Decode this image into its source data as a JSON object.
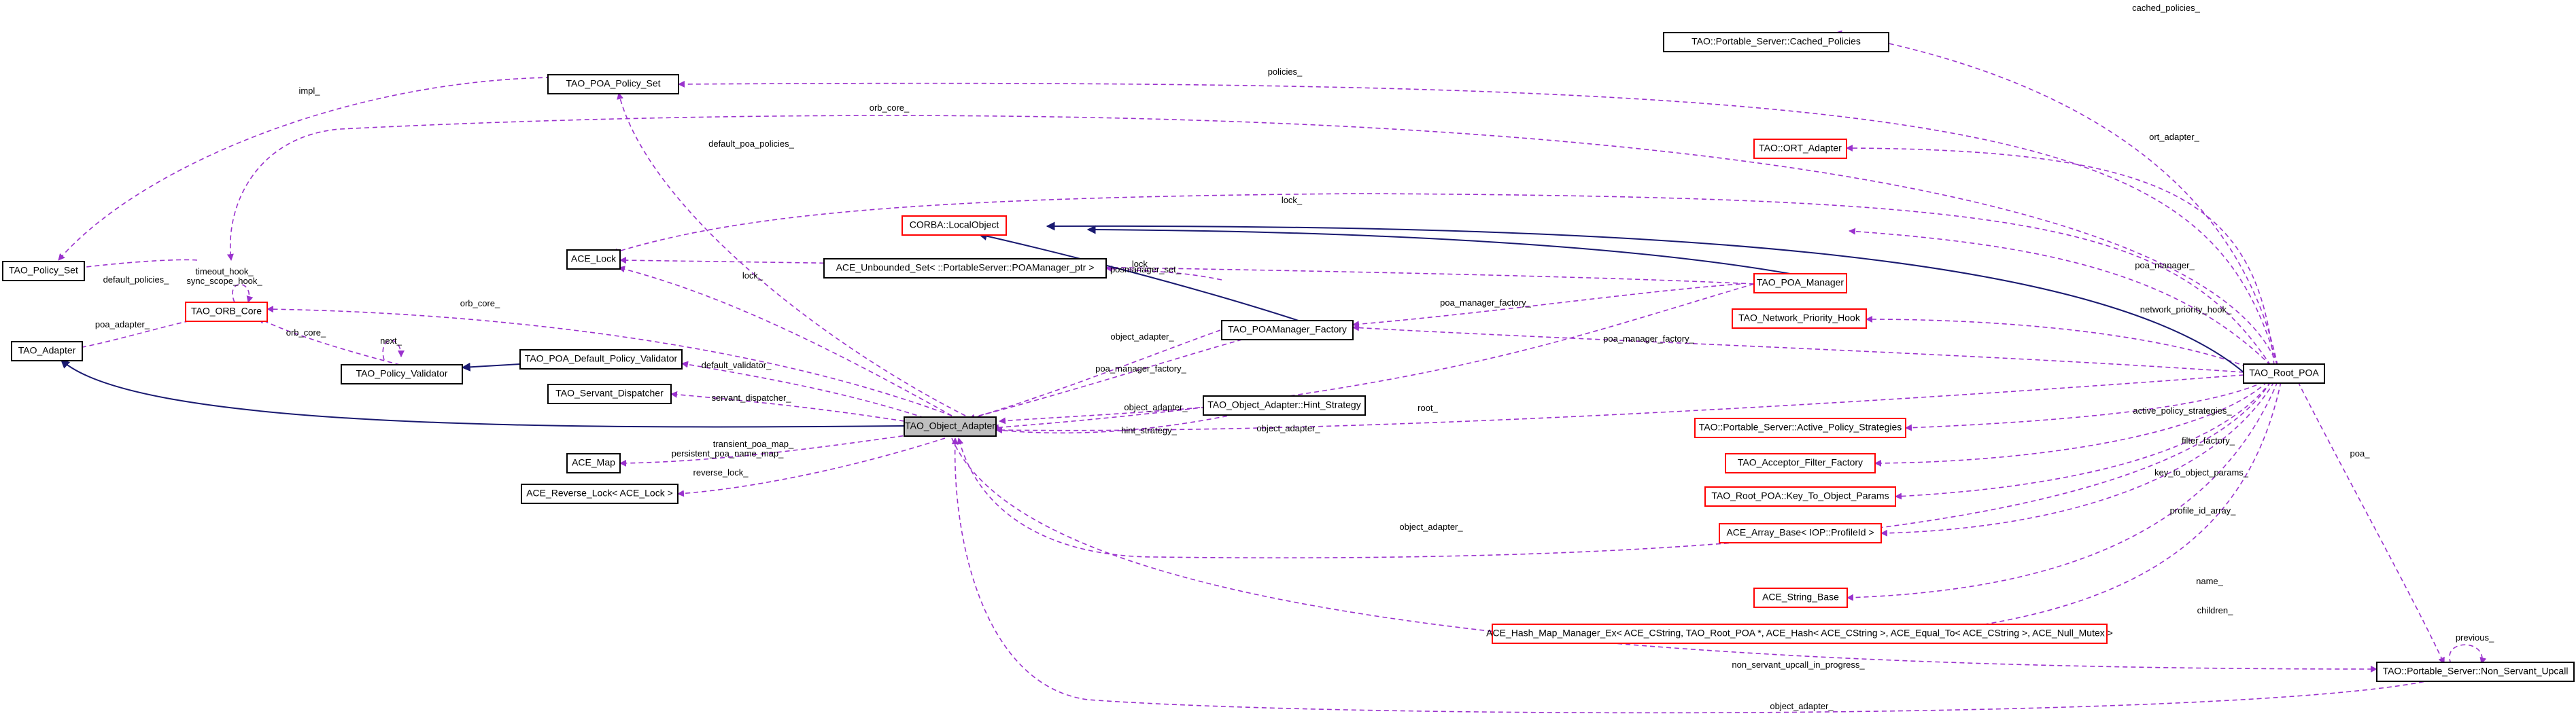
{
  "colors": {
    "usage_edge": "#9a32cd",
    "inherit_edge": "#191970",
    "red_border": "#ff0000",
    "focus_fill": "#bfbfbf"
  },
  "nodes": {
    "cached_policies": "TAO::Portable_Server::Cached_Policies",
    "poa_policy_set": "TAO_POA_Policy_Set",
    "ort_adapter": "TAO::ORT_Adapter",
    "local_object": "CORBA::LocalObject",
    "ace_lock": "ACE_Lock",
    "policy_set": "TAO_Policy_Set",
    "orb_core": "TAO_ORB_Core",
    "tao_adapter": "TAO_Adapter",
    "policy_validator": "TAO_Policy_Validator",
    "default_policy_validator": "TAO_POA_Default_Policy_Validator",
    "servant_dispatcher": "TAO_Servant_Dispatcher",
    "object_adapter": "TAO_Object_Adapter",
    "ace_map": "ACE_Map",
    "reverse_lock": "ACE_Reverse_Lock< ACE_Lock >",
    "unbounded_set": "ACE_Unbounded_Set< ::PortableServer::POAManager_ptr >",
    "poamanager_factory": "TAO_POAManager_Factory",
    "hint_strategy": "TAO_Object_Adapter::Hint_Strategy",
    "poa_manager": "TAO_POA_Manager",
    "network_priority_hook": "TAO_Network_Priority_Hook",
    "root_poa": "TAO_Root_POA",
    "active_policy_strategies": "TAO::Portable_Server::Active_Policy_Strategies",
    "acceptor_filter_factory": "TAO_Acceptor_Filter_Factory",
    "key_to_object_params": "TAO_Root_POA::Key_To_Object_Params",
    "array_base": "ACE_Array_Base< IOP::ProfileId >",
    "string_base": "ACE_String_Base",
    "hash_map_manager": "ACE_Hash_Map_Manager_Ex< ACE_CString, TAO_Root_POA *, ACE_Hash< ACE_CString >, ACE_Equal_To< ACE_CString >, ACE_Null_Mutex >",
    "non_servant_upcall": "TAO::Portable_Server::Non_Servant_Upcall"
  },
  "edge_labels": {
    "cached_policies": "cached_policies_",
    "policies": "policies_",
    "impl": "impl_",
    "orb_core_top": "orb_core_",
    "ort_adapter": "ort_adapter_",
    "lock_top": "lock_",
    "lock_mid": "lock_",
    "default_poa_policies": "default_poa_policies_",
    "timeout_hook": "timeout_hook_",
    "sync_scope_hook": "sync_scope_hook_",
    "default_policies": "default_policies_",
    "lock_left": "lock_",
    "poa_manager": "poa_manager_",
    "orb_core_mid": "orb_core_",
    "poa_adapter": "poa_adapter_",
    "orb_core_validator": "orb_core_",
    "next": "next_",
    "posmanager_set": "posmanager_set_",
    "poa_manager_factory_up": "poa_manager_factory_",
    "network_priority_hook": "network_priority_hook_",
    "poa_manager_factory": "poa_manager_factory_",
    "object_adapter_factory": "object_adapter_",
    "default_validator": "default_validator_",
    "servant_dispatcher": "servant_dispatcher_",
    "poa_manager_factory_low": "poa_manager_factory_",
    "object_adapter_hint": "object_adapter_",
    "root": "root_",
    "hint_strategy": "hint_strategy_",
    "object_adapter_root": "object_adapter_",
    "transient_poa_map": "transient_poa_map_",
    "persistent_poa_name_map": "persistent_poa_name_map_",
    "reverse_lock": "reverse_lock_",
    "active_policy_strategies": "active_policy_strategies_",
    "filter_factory": "filter_factory_",
    "key_to_object_params": "key_to_object_params_",
    "profile_id_array": "profile_id_array_",
    "object_adapter_long": "object_adapter_",
    "name": "name_",
    "children": "children_",
    "poa": "poa_",
    "previous": "previous_",
    "non_servant_upcall_in_progress": "non_servant_upcall_in_progress_",
    "object_adapter_bottom": "object_adapter_"
  }
}
